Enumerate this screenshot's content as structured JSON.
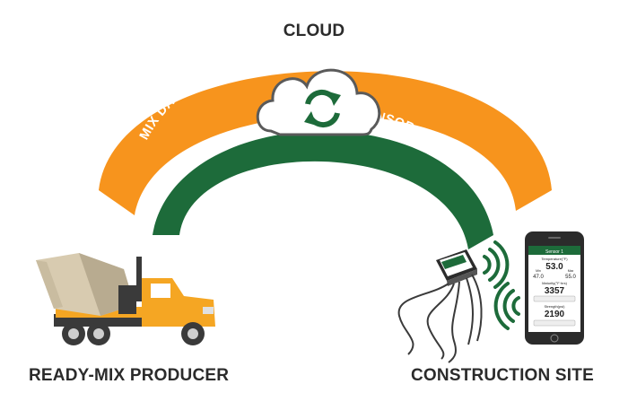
{
  "titles": {
    "cloud": "CLOUD",
    "producer": "READY-MIX PRODUCER",
    "site": "CONSTRUCTION SITE"
  },
  "arcs": {
    "outer_label": "MIX DATA",
    "inner_label": "SENSOR DATA"
  },
  "phone": {
    "header": "Sensor 1",
    "temperature_label": "Temperature(°F)",
    "temperature": "53.0",
    "min_label": "Min",
    "min": "47.0",
    "max_label": "Max",
    "max": "55.0",
    "maturity_label": "Maturity(°F·hrs)",
    "maturity": "3357",
    "strength_label": "Strength(psi)",
    "strength": "2190"
  },
  "colors": {
    "orange": "#f7941d",
    "green": "#1d6b3a",
    "truck": "#f5a623",
    "drum": "#d8cbb0",
    "dark": "#3a3a3a"
  },
  "icons": {
    "cloud": "cloud-icon",
    "sync": "sync-icon",
    "truck": "mixer-truck-icon",
    "sensor": "sensor-device-icon",
    "phone": "smartphone-icon",
    "signal": "wireless-signal-icon"
  }
}
